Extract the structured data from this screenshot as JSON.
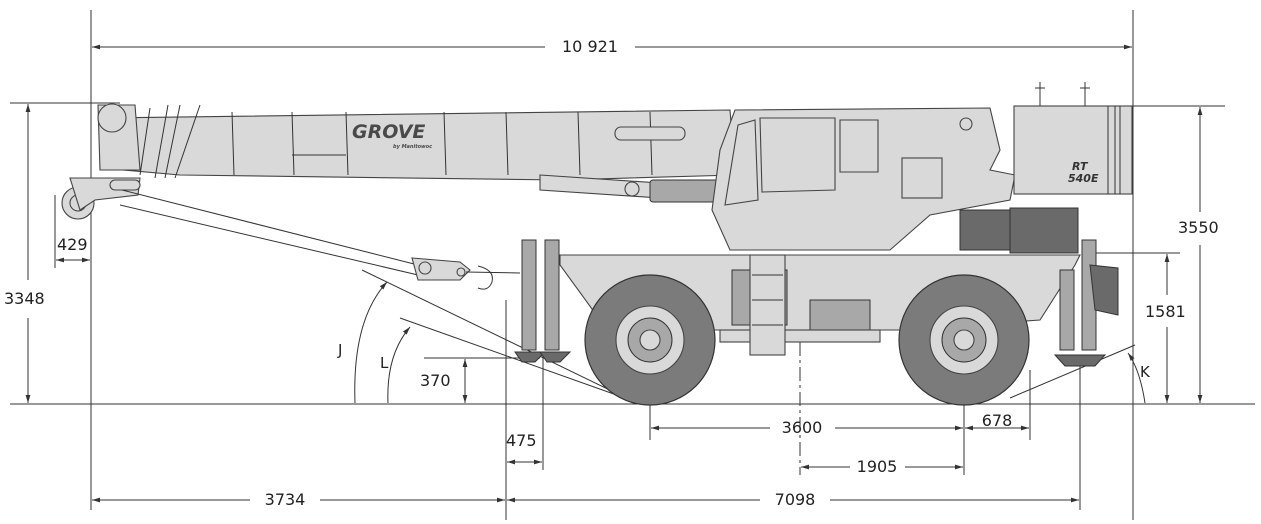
{
  "dimensions": {
    "overall_length": "10 921",
    "overall_height": "3550",
    "boom_height": "3348",
    "boom_overhang": "429",
    "deck_height": "1581",
    "ground_clearance": "370",
    "outrigger_offset": "475",
    "front_overhang": "3734",
    "outrigger_span": "7098",
    "wheelbase": "3600",
    "rear_axle_to_center": "1905",
    "rear_overhang": "678"
  },
  "angles": {
    "j": "J",
    "l": "L",
    "k": "K"
  },
  "branding": {
    "logo": "GROVE",
    "sublogo": "by Manitowoc",
    "model_line1": "RT",
    "model_line2": "540E"
  },
  "colors": {
    "body": "#d9d9d9",
    "tire": "#7b7b7b",
    "line": "#333333"
  }
}
